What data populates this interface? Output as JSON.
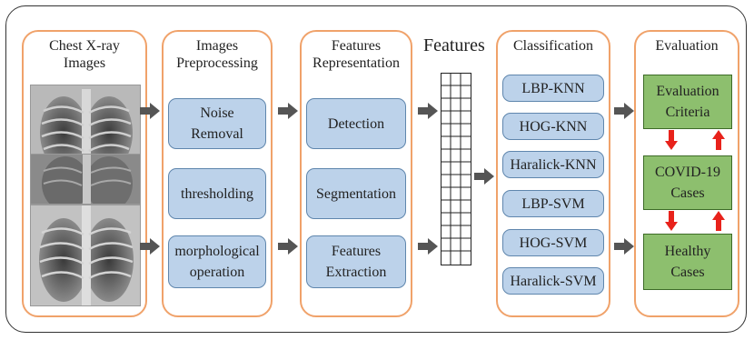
{
  "panels": {
    "input": {
      "title": "Chest X-ray Images"
    },
    "preprocessing": {
      "title": "Images Preprocessing",
      "steps": [
        "Noise Removal",
        "thresholding",
        "morphological operation"
      ]
    },
    "representation": {
      "title": "Features Representation",
      "steps": [
        "Detection",
        "Segmentation",
        "Features Extraction"
      ]
    },
    "features": {
      "title": "Features"
    },
    "classification": {
      "title": "Classification",
      "methods": [
        "LBP-KNN",
        "HOG-KNN",
        "Haralick-KNN",
        "LBP-SVM",
        "HOG-SVM",
        "Haralick-SVM"
      ]
    },
    "evaluation": {
      "title": "Evaluation",
      "items": [
        "Evaluation Criteria",
        "COVID-19 Cases",
        "Healthy Cases"
      ]
    }
  },
  "colors": {
    "panel_border": "#f0a26a",
    "blue_box": "#bcd2ea",
    "green_box": "#8dbf6e",
    "gray_arrow": "#555555",
    "red_arrow": "#e8221b"
  }
}
